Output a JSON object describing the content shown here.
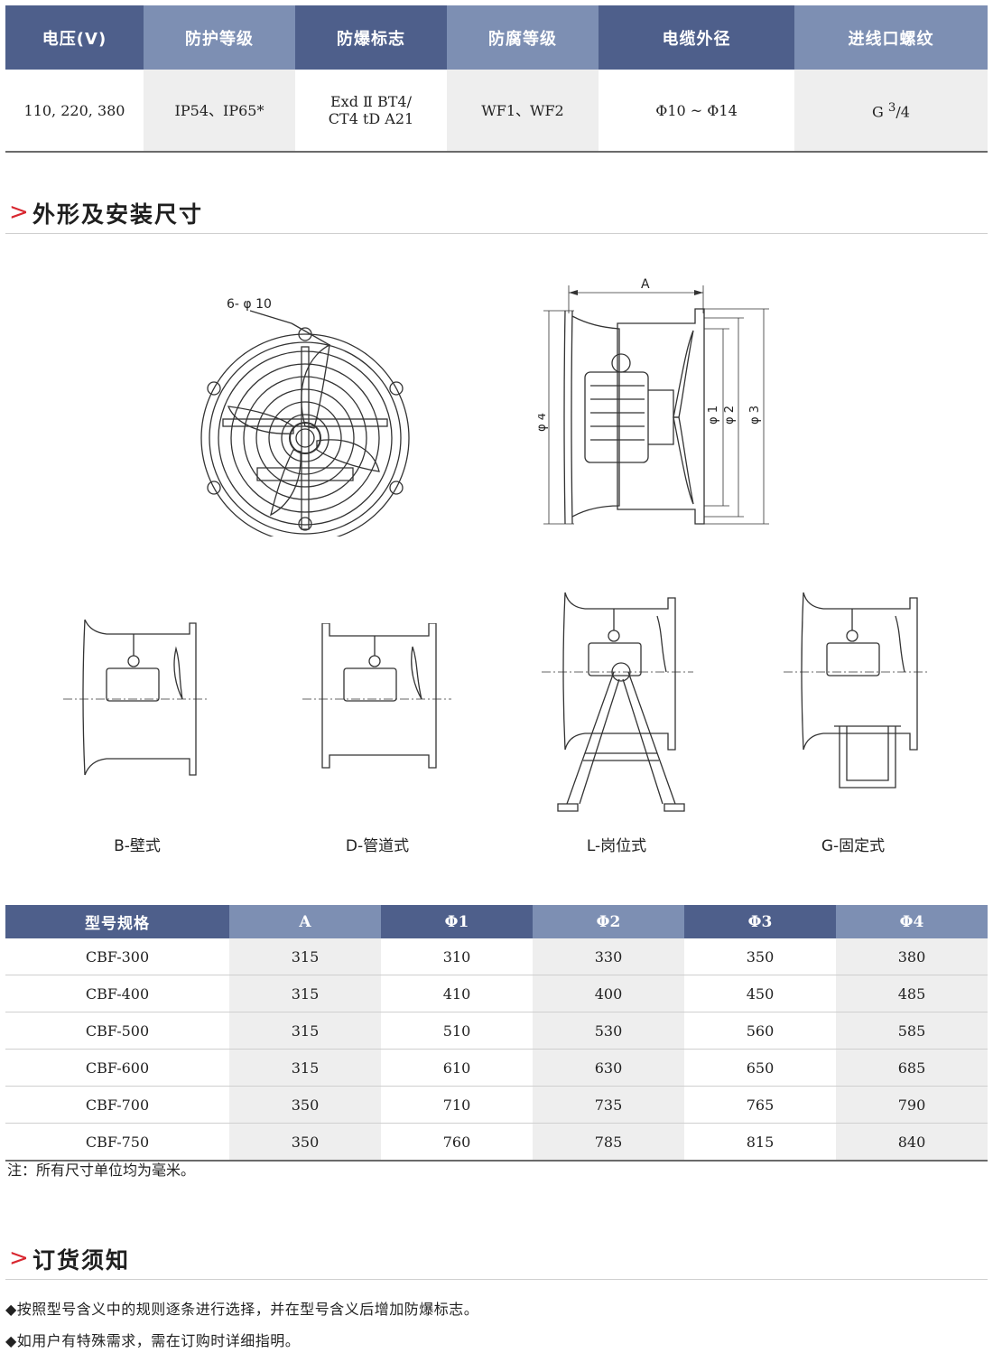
{
  "spec_table": {
    "headers": [
      "电压(V)",
      "防护等级",
      "防爆标志",
      "防腐等级",
      "电缆外径",
      "进线口螺纹"
    ],
    "row": {
      "voltage": "110, 220, 380",
      "protection": "IP54、IP65*",
      "ex_mark_line1": "Exd Ⅱ BT4/",
      "ex_mark_line2": "CT4 tD A21",
      "anticorrosion": "WF1、WF2",
      "cable_diameter": "Φ10 ~ Φ14",
      "thread_prefix": "G ",
      "thread_sup": "3",
      "thread_suffix": "/4"
    }
  },
  "section_dimensions": {
    "arrow": ">",
    "title": "外形及安装尺寸"
  },
  "drawing_labels": {
    "holes": "6- φ 10",
    "A": "A",
    "phi1": "φ 1",
    "phi2": "φ 2",
    "phi3": "φ 3",
    "phi4": "φ 4"
  },
  "mount_types": [
    "B-壁式",
    "D-管道式",
    "L-岗位式",
    "G-固定式"
  ],
  "dims_table": {
    "headers": [
      "型号规格",
      "A",
      "Φ1",
      "Φ2",
      "Φ3",
      "Φ4"
    ],
    "rows": [
      [
        "CBF-300",
        "315",
        "310",
        "330",
        "350",
        "380"
      ],
      [
        "CBF-400",
        "315",
        "410",
        "400",
        "450",
        "485"
      ],
      [
        "CBF-500",
        "315",
        "510",
        "530",
        "560",
        "585"
      ],
      [
        "CBF-600",
        "315",
        "610",
        "630",
        "650",
        "685"
      ],
      [
        "CBF-700",
        "350",
        "710",
        "735",
        "765",
        "790"
      ],
      [
        "CBF-750",
        "350",
        "760",
        "785",
        "815",
        "840"
      ]
    ]
  },
  "note": "注：所有尺寸单位均为毫米。",
  "section_order": {
    "arrow": ">",
    "title": "订货须知"
  },
  "order_notes": [
    "◆按照型号含义中的规则逐条进行选择，并在型号含义后增加防爆标志。",
    "◆如用户有特殊需求，需在订购时详细指明。"
  ]
}
